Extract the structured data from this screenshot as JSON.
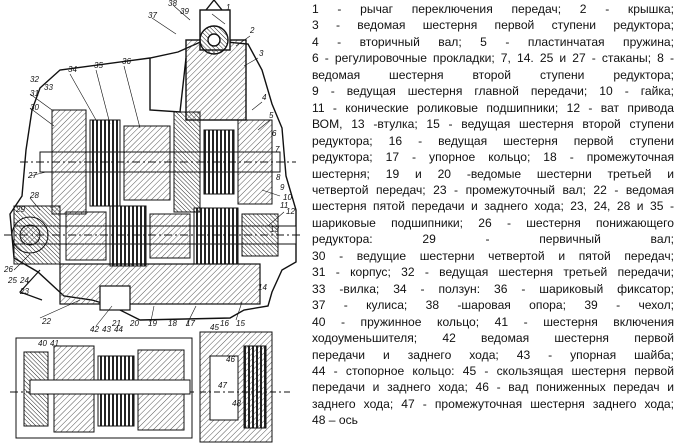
{
  "legend_lines": [
    "1 - рычаг переключения передач; 2 - крышка;",
    "3 - ведомая шестерня первой ступени редуктора;",
    "4 - вторичный вал; 5 - пластинчатая пружина;",
    "6 - регулировочные прокладки; 7, 14. 25 и 27 - стаканы; 8 -",
    "ведомая шестерня второй ступени редуктора;",
    "9 - ведущая шестерня главной передачи; 10 - гайка;",
    "11 - конические роликовые подшипники; 12 - ват привода",
    "ВОМ, 13 -втулка; 15 - ведущая шестерня второй ступени",
    "редуктора; 16 - ведущая шестерня первой ступени",
    "редуктора; 17 - упорное кольцо; 18 - промежуточная",
    "шестерня; 19 и 20 -ведомые шестерни третьей и",
    "четвертой передач; 23 - промежуточный вал; 22 - ведомая",
    "шестерня пятой передачи и заднего хода; 23, 24, 28 и 35 -",
    "шариковые подшипники; 26 - шестерня понижающего",
    "редуктора: 29 - первичный вал;",
    "30 - ведущие шестерни четвертой и пятой передач;",
    "31 - корпус; 32 - ведущая шестерня третьей передачи;",
    "33 -вилка; 34 - ползун: 36 - шариковый фиксатор;",
    "37 - кулиса; 38 -шаровая опора; 39 - чехол;",
    "40 - пружинное кольцо; 41 - шестерня включения",
    "ходоуменьшителя; 42 ведомая шестерня первой",
    "передачи и заднего хода; 43 - упорная шайба;",
    "44 - стопорное кольцо: 45 - скользящая шестерня первой",
    "передачи и заднего хода; 46 - вад пониженных передач и",
    "заднего хода; 47 - промежуточная шестерня заднего хода;",
    "48 – ось"
  ],
  "callouts": {
    "c1": "1",
    "c2": "2",
    "c3": "3",
    "c4": "4",
    "c5": "5",
    "c6": "6",
    "c7": "7",
    "c8": "8",
    "c9": "9",
    "c10": "10",
    "c11": "11",
    "c12": "12",
    "c13": "13",
    "c14": "14",
    "c15": "15",
    "c16": "16",
    "c17": "17",
    "c18": "18",
    "c19": "19",
    "c20": "20",
    "c21": "21",
    "c22": "22",
    "c23": "23",
    "c24": "24",
    "c25": "25",
    "c26": "26",
    "c27": "27",
    "c28": "28",
    "c29": "29",
    "c30": "30",
    "c31": "31",
    "c32": "32",
    "c33": "33",
    "c34": "34",
    "c35": "35",
    "c36": "36",
    "c37": "37",
    "c38": "38",
    "c39": "39",
    "c40": "40",
    "c41": "41",
    "c42": "42",
    "c43": "43",
    "c44": "44",
    "c45": "45",
    "c46": "46",
    "c47": "47",
    "c48": "48"
  },
  "colors": {
    "ink": "#111111",
    "paper": "#ffffff",
    "hatch": "#555555"
  }
}
